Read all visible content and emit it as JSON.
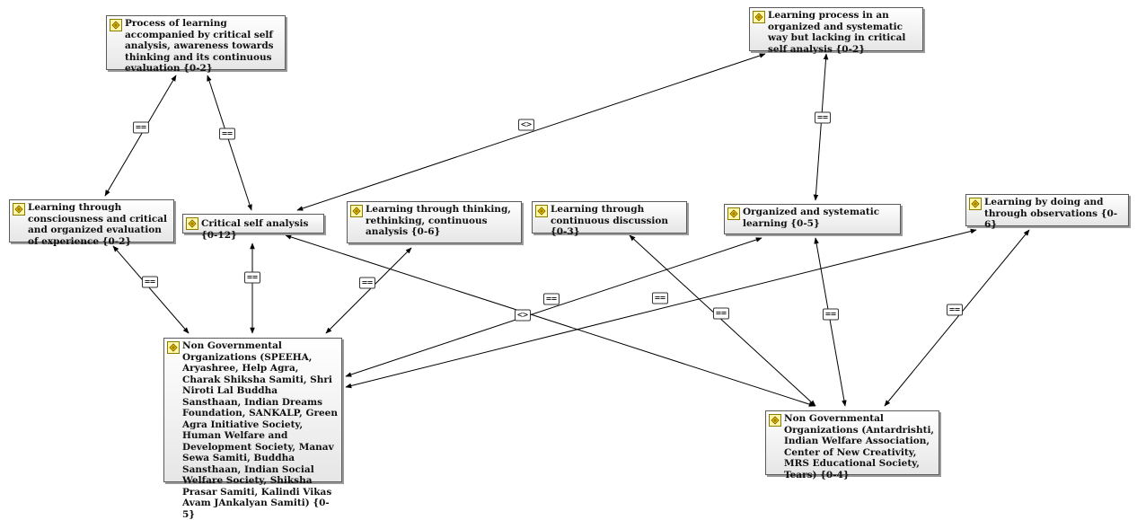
{
  "nodes": [
    {
      "id": "process_learning",
      "label": "Process of learning accompanied by critical self analysis, awareness towards thinking and its continuous evaluation {0-2}"
    },
    {
      "id": "organized_lacking",
      "label": "Learning process in an organized and systematic way but lacking in critical self analysis {0-2}"
    },
    {
      "id": "consciousness",
      "label": "Learning through consciousness and critical and organized evaluation of experience {0-2}"
    },
    {
      "id": "critical_self",
      "label": "Critical self analysis {0-12}"
    },
    {
      "id": "thinking",
      "label": "Learning through thinking, rethinking, continuous analysis {0-6}"
    },
    {
      "id": "discussion",
      "label": "Learning through continuous discussion {0-3}"
    },
    {
      "id": "organized_learning",
      "label": "Organized and systematic learning {0-5}"
    },
    {
      "id": "doing",
      "label": "Learning by doing and through observations {0-6}"
    },
    {
      "id": "ngo1",
      "label": "Non Governmental Organizations (SPEEHA, Aryashree, Help Agra, Charak Shiksha Samiti, Shri Niroti Lal Buddha Sansthaan, Indian Dreams Foundation, SANKALP, Green Agra Initiative Society, Human Welfare and Development Society, Manav Sewa Samiti, Buddha Sansthaan, Indian Social Welfare Society, Shiksha Prasar Samiti, Kalindi Vikas Avam JAnkalyan Samiti) {0-5}"
    },
    {
      "id": "ngo2",
      "label": "Non Governmental Organizations (Antardrishti, Indian Welfare Association, Center of New Creativity, MRS Educational Society, Tears) {0-4}"
    }
  ],
  "edges": [
    {
      "from": "process_learning",
      "to": "consciousness",
      "label": "=="
    },
    {
      "from": "process_learning",
      "to": "critical_self",
      "label": "=="
    },
    {
      "from": "organized_lacking",
      "to": "critical_self",
      "label": "<>"
    },
    {
      "from": "organized_lacking",
      "to": "organized_learning",
      "label": "=="
    },
    {
      "from": "consciousness",
      "to": "ngo1",
      "label": "=="
    },
    {
      "from": "critical_self",
      "to": "ngo1",
      "label": "=="
    },
    {
      "from": "thinking",
      "to": "ngo1",
      "label": "=="
    },
    {
      "from": "organized_learning",
      "to": "ngo1",
      "label": "=="
    },
    {
      "from": "doing",
      "to": "ngo1",
      "label": "=="
    },
    {
      "from": "critical_self",
      "to": "ngo2",
      "label": "<>"
    },
    {
      "from": "discussion",
      "to": "ngo2",
      "label": "=="
    },
    {
      "from": "organized_learning",
      "to": "ngo2",
      "label": "=="
    },
    {
      "from": "doing",
      "to": "ngo2",
      "label": "=="
    }
  ]
}
